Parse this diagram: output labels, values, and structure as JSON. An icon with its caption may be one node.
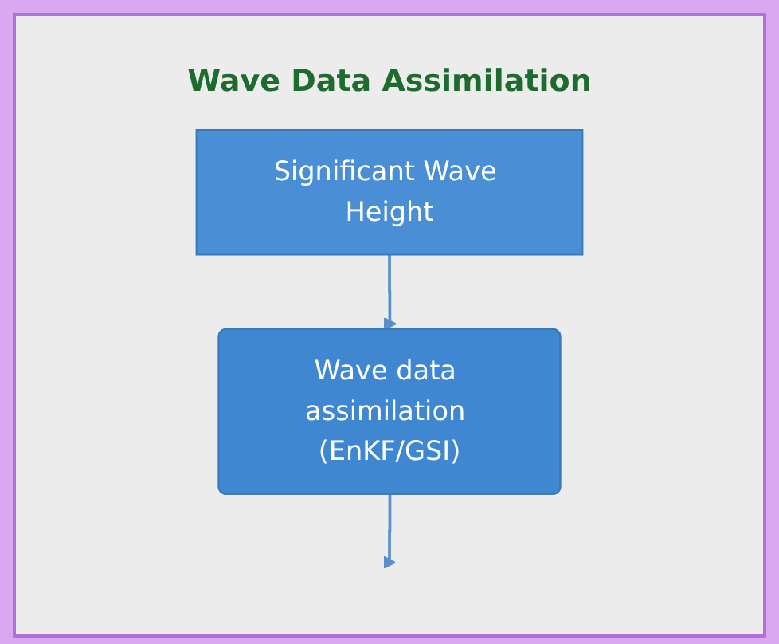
{
  "diagram": {
    "title": "Wave Data Assimilation",
    "nodes": [
      {
        "text": [
          "Significant Wave Height"
        ]
      },
      {
        "text": [
          "Wave data assimilation (EnKF/GSI)"
        ]
      }
    ],
    "edges": [
      {
        "from": 0,
        "to": 1,
        "arrow": "to"
      },
      {
        "from": 1,
        "to": null,
        "arrow": "to"
      }
    ]
  }
}
